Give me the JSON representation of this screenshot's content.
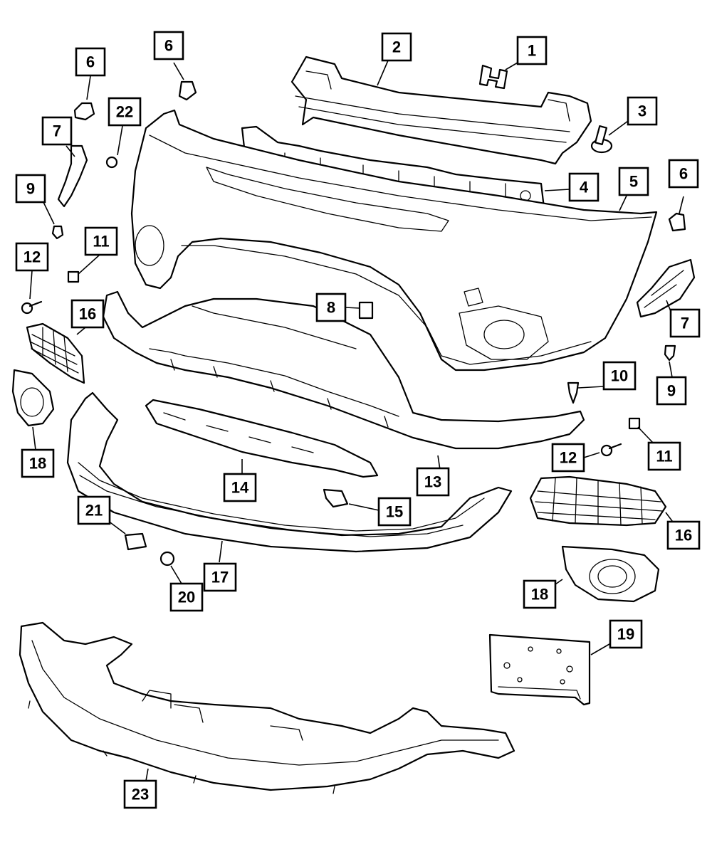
{
  "diagram": {
    "callouts": [
      {
        "id": "c1",
        "label": "1"
      },
      {
        "id": "c2",
        "label": "2"
      },
      {
        "id": "c3",
        "label": "3"
      },
      {
        "id": "c4",
        "label": "4"
      },
      {
        "id": "c5",
        "label": "5"
      },
      {
        "id": "c6a",
        "label": "6"
      },
      {
        "id": "c6b",
        "label": "6"
      },
      {
        "id": "c6c",
        "label": "6"
      },
      {
        "id": "c7a",
        "label": "7"
      },
      {
        "id": "c7b",
        "label": "7"
      },
      {
        "id": "c8",
        "label": "8"
      },
      {
        "id": "c9a",
        "label": "9"
      },
      {
        "id": "c9b",
        "label": "9"
      },
      {
        "id": "c10",
        "label": "10"
      },
      {
        "id": "c11a",
        "label": "11"
      },
      {
        "id": "c11b",
        "label": "11"
      },
      {
        "id": "c12a",
        "label": "12"
      },
      {
        "id": "c12b",
        "label": "12"
      },
      {
        "id": "c13",
        "label": "13"
      },
      {
        "id": "c14",
        "label": "14"
      },
      {
        "id": "c15",
        "label": "15"
      },
      {
        "id": "c16a",
        "label": "16"
      },
      {
        "id": "c16b",
        "label": "16"
      },
      {
        "id": "c17",
        "label": "17"
      },
      {
        "id": "c18a",
        "label": "18"
      },
      {
        "id": "c18b",
        "label": "18"
      },
      {
        "id": "c19",
        "label": "19"
      },
      {
        "id": "c20",
        "label": "20"
      },
      {
        "id": "c21",
        "label": "21"
      },
      {
        "id": "c22",
        "label": "22"
      },
      {
        "id": "c23",
        "label": "23"
      }
    ]
  }
}
